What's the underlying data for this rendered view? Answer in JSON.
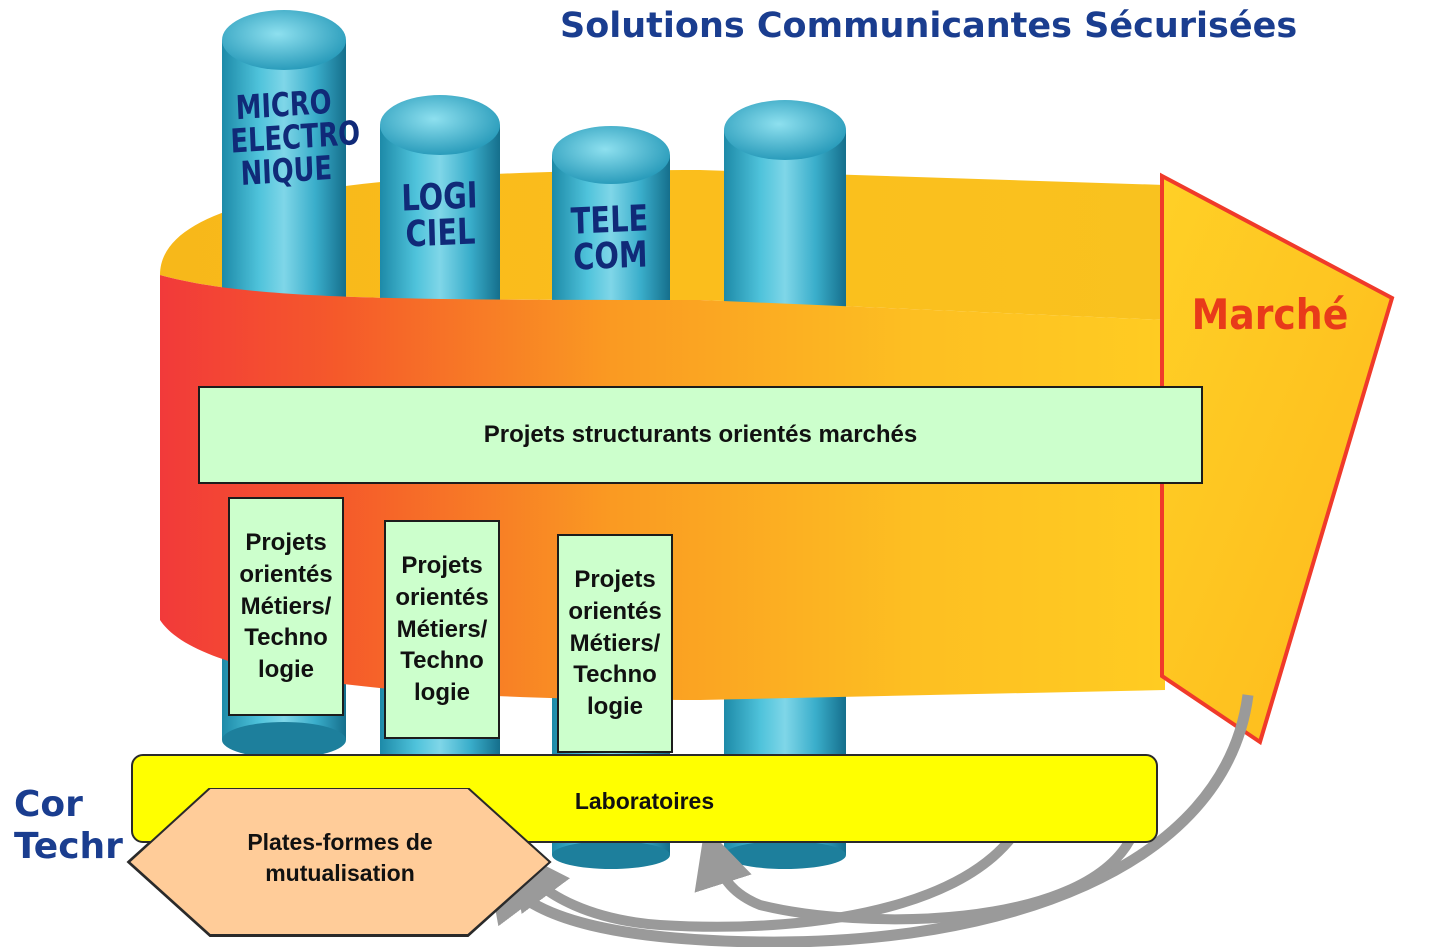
{
  "diagram": {
    "title": "Solutions Communicantes Sécurisées",
    "pillars": [
      {
        "label": "MICRO\nELECTRO\nNIQUE"
      },
      {
        "label": "LOGI\nCIEL"
      },
      {
        "label": "TELE\nCOM"
      },
      {
        "label": ""
      }
    ],
    "arrow_label": "Marché",
    "market_projects": "Projets structurants orientés marchés",
    "trade_projects": [
      "Projets\norientés\nMétiers/\nTechno\nlogie",
      "Projets\norientés\nMétiers/\nTechno\nlogie",
      "Projets\norientés\nMétiers/\nTechno\nlogie"
    ],
    "laboratories": "Laboratoires",
    "platforms": "Plates-formes de\nmutualisation",
    "left_text_partial": "Cor\nTechr",
    "colors": {
      "title": "#1a3d8f",
      "pillar": "#3fb8d0",
      "pillar_text": "#102a78",
      "arrow_red": "#f23a3a",
      "arrow_yellow": "#ffcc22",
      "arrow_outline": "#f03a2a",
      "project_box": "#ccffcc",
      "laboratory": "#ffff00",
      "platform": "#ffcc99",
      "feedback_arrow": "#9a9a9a"
    }
  }
}
